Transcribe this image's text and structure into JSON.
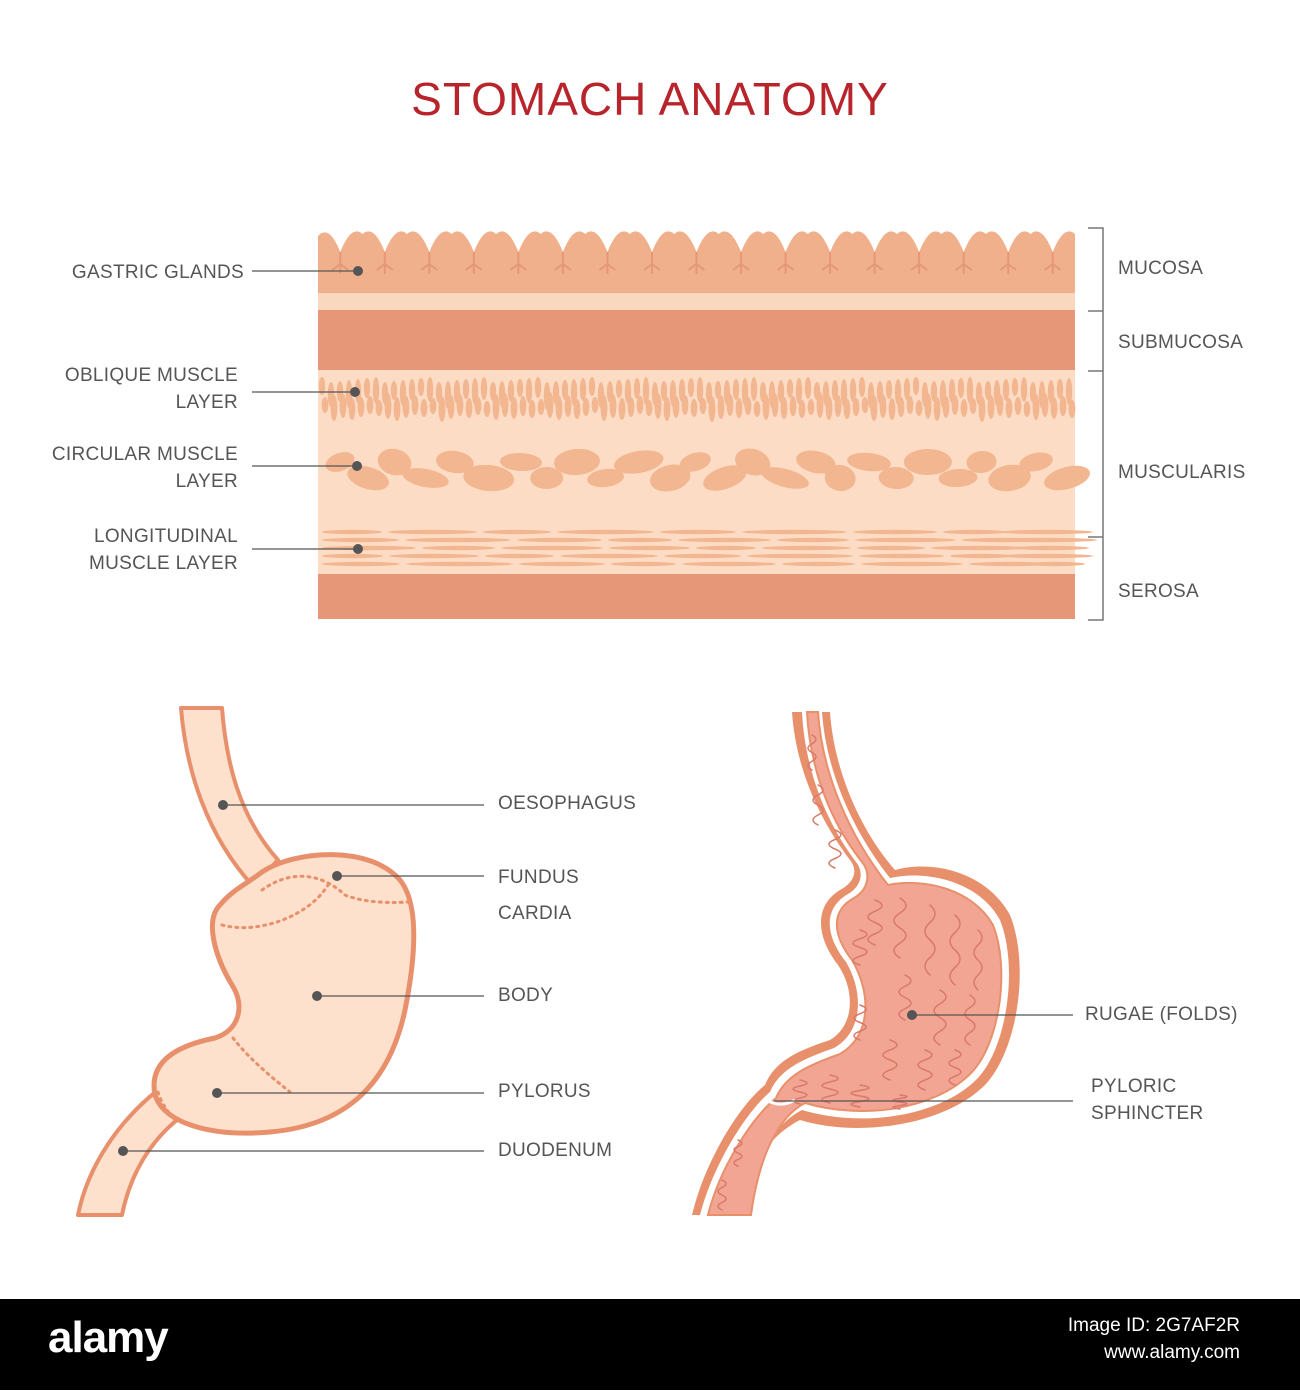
{
  "title": "STOMACH ANATOMY",
  "colors": {
    "title": "#b8242b",
    "label": "#555555",
    "mucosa": "#f0b08b",
    "submucosa": "#e59777",
    "muscle_bg": "#fcdcc5",
    "muscle_fiber": "#f2b690",
    "stomach_fill": "#fde1cc",
    "stomach_outline": "#e8906c",
    "rugae_fill": "#f2a592",
    "footer_bg": "#000000"
  },
  "layers": {
    "left_labels": {
      "gastric_glands": "GASTRIC GLANDS",
      "oblique_1": "OBLIQUE MUSCLE",
      "oblique_2": "LAYER",
      "circular_1": "CIRCULAR MUSCLE",
      "circular_2": "LAYER",
      "longitudinal_1": "LONGITUDINAL",
      "longitudinal_2": "MUSCLE LAYER"
    },
    "right_labels": {
      "mucosa": "MUCOSA",
      "submucosa": "SUBMUCOSA",
      "muscularis": "MUSCULARIS",
      "serosa": "SEROSA"
    }
  },
  "stomach_external": {
    "oesophagus": "OESOPHAGUS",
    "fundus": "FUNDUS",
    "cardia": "CARDIA",
    "body": "BODY",
    "pylorus": "PYLORUS",
    "duodenum": "DUODENUM"
  },
  "stomach_internal": {
    "rugae": "RUGAE (FOLDS)",
    "pyloric_1": "PYLORIC",
    "pyloric_2": "SPHINCTER"
  },
  "footer": {
    "logo": "alamy",
    "image_id_label": "Image ID: 2G7AF2R",
    "url": "www.alamy.com"
  }
}
